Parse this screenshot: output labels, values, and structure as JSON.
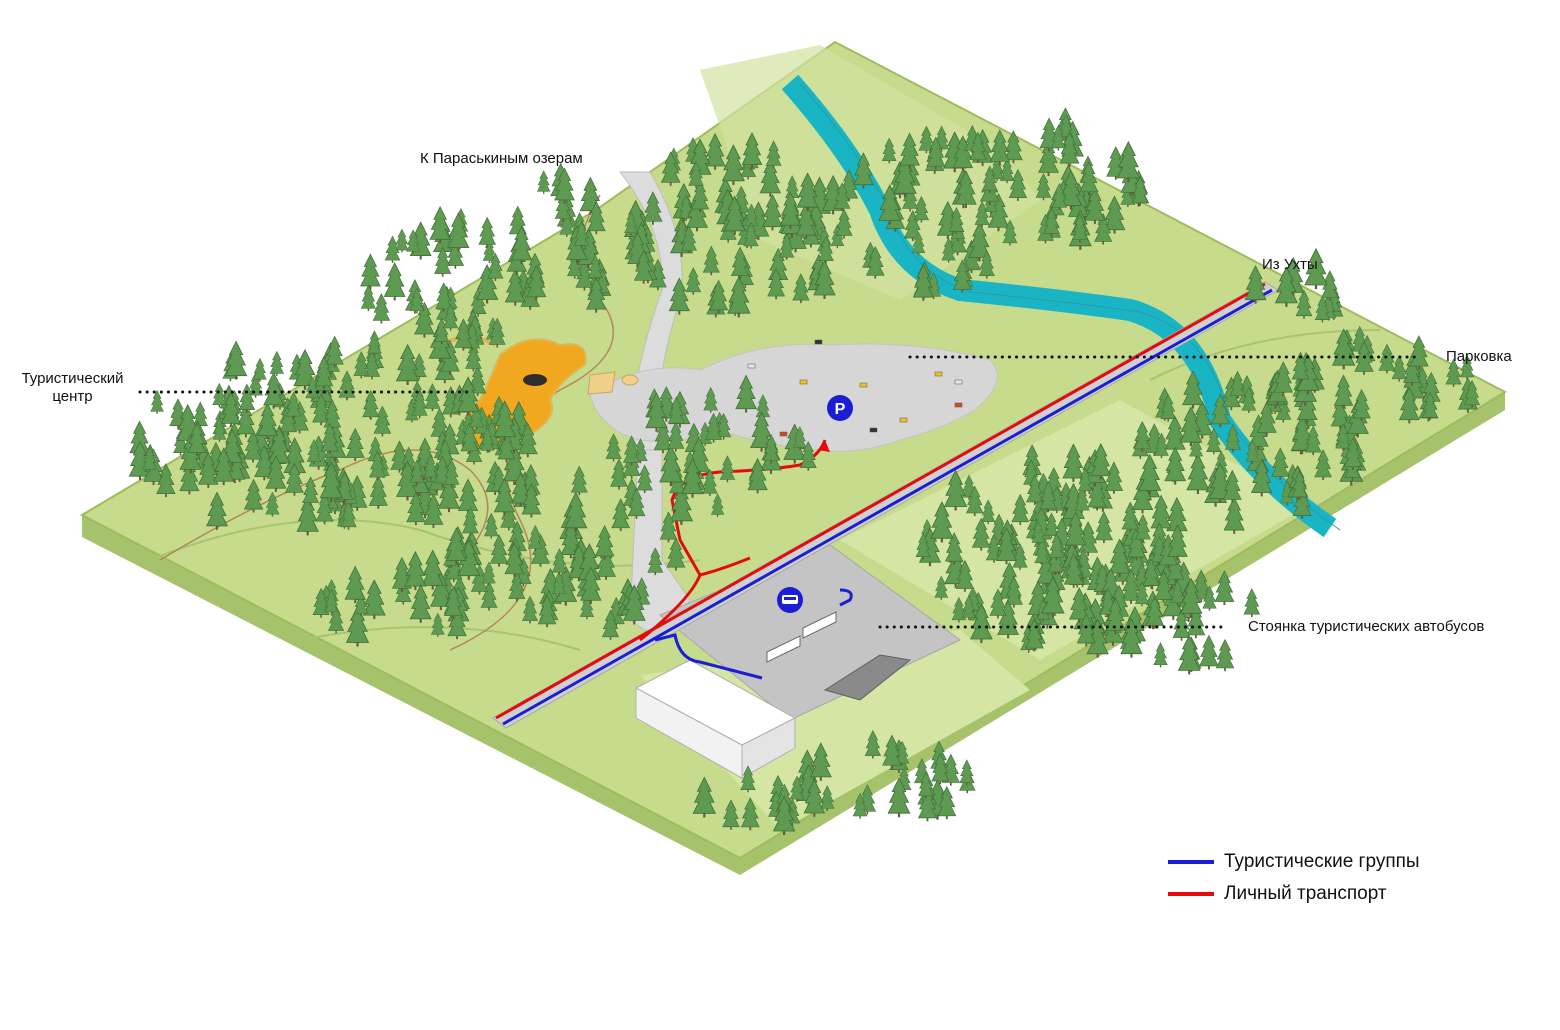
{
  "labels": {
    "tourist_center": "Туристический\nцентр",
    "to_lakes": "К Параськиным озерам",
    "from_ukhta": "Из Ухты",
    "parking": "Парковка",
    "bus_parking": "Стоянка туристических автобусов",
    "parking_sign": "P"
  },
  "legend": {
    "tourist_groups": "Туристические группы",
    "private_transport": "Личный транспорт"
  },
  "colors": {
    "terrain": "#c6db8c",
    "terrain_edge": "#9fbb5e",
    "river": "#19b5c4",
    "road_gray": "#c4c4c4",
    "route_tourist_groups": "#1a1fd4",
    "route_private_transport": "#e30b0b",
    "tourist_center": "#f2a81e",
    "tree": "#5f9a52"
  },
  "icons": [
    "parking-sign-icon",
    "bus-sign-icon",
    "tree-icon",
    "bus-icon",
    "car-icon"
  ]
}
